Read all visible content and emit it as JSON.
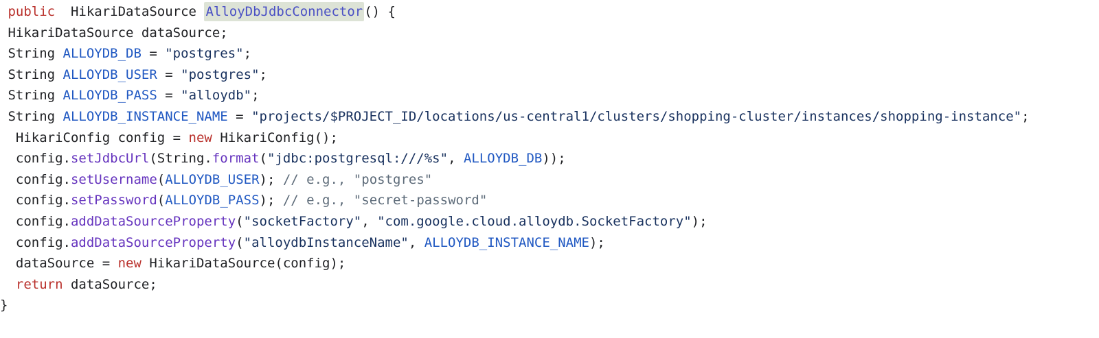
{
  "colors": {
    "background": "#ffffff",
    "plain": "#202124",
    "keyword": "#b9302b",
    "constant": "#2058c2",
    "method": "#6533be",
    "string": "#18315e",
    "comment": "#5d6b79",
    "function_name": "#4a50c4",
    "highlight_background": "#dde3d6"
  },
  "code": {
    "token_styles": {
      "pln": {
        "color": "#202124",
        "name": "token-plain"
      },
      "kwd": {
        "color": "#b9302b",
        "name": "token-keyword"
      },
      "con": {
        "color": "#2058c2",
        "name": "token-constant"
      },
      "fun": {
        "color": "#6533be",
        "name": "token-method"
      },
      "str": {
        "color": "#18315e",
        "name": "token-string"
      },
      "com": {
        "color": "#5d6b79",
        "name": "token-comment"
      },
      "def": {
        "color": "#4a50c4",
        "background": "#dde3d6",
        "name": "highlighted-method-name"
      }
    },
    "lines": [
      [
        {
          "t": " ",
          "c": "pln"
        },
        {
          "t": "public",
          "c": "kwd"
        },
        {
          "t": "  HikariDataSource ",
          "c": "pln"
        },
        {
          "t": "AlloyDbJdbcConnector",
          "c": "def"
        },
        {
          "t": "() {",
          "c": "pln"
        }
      ],
      [
        {
          "t": " HikariDataSource dataSource;",
          "c": "pln"
        }
      ],
      [
        {
          "t": " String ",
          "c": "pln"
        },
        {
          "t": "ALLOYDB_DB",
          "c": "con"
        },
        {
          "t": " = ",
          "c": "pln"
        },
        {
          "t": "\"postgres\"",
          "c": "str"
        },
        {
          "t": ";",
          "c": "pln"
        }
      ],
      [
        {
          "t": " String ",
          "c": "pln"
        },
        {
          "t": "ALLOYDB_USER",
          "c": "con"
        },
        {
          "t": " = ",
          "c": "pln"
        },
        {
          "t": "\"postgres\"",
          "c": "str"
        },
        {
          "t": ";",
          "c": "pln"
        }
      ],
      [
        {
          "t": " String ",
          "c": "pln"
        },
        {
          "t": "ALLOYDB_PASS",
          "c": "con"
        },
        {
          "t": " = ",
          "c": "pln"
        },
        {
          "t": "\"alloydb\"",
          "c": "str"
        },
        {
          "t": ";",
          "c": "pln"
        }
      ],
      [
        {
          "t": " String ",
          "c": "pln"
        },
        {
          "t": "ALLOYDB_INSTANCE_NAME",
          "c": "con"
        },
        {
          "t": " = ",
          "c": "pln"
        },
        {
          "t": "\"projects/$PROJECT_ID/locations/us-central1/clusters/shopping-cluster/instances/shopping-instance\"",
          "c": "str"
        },
        {
          "t": ";",
          "c": "pln"
        }
      ],
      [
        {
          "t": "  HikariConfig config = ",
          "c": "pln"
        },
        {
          "t": "new",
          "c": "kwd"
        },
        {
          "t": " HikariConfig();",
          "c": "pln"
        }
      ],
      [
        {
          "t": "  config.",
          "c": "pln"
        },
        {
          "t": "setJdbcUrl",
          "c": "fun"
        },
        {
          "t": "(String.",
          "c": "pln"
        },
        {
          "t": "format",
          "c": "fun"
        },
        {
          "t": "(",
          "c": "pln"
        },
        {
          "t": "\"jdbc:postgresql:///%s\"",
          "c": "str"
        },
        {
          "t": ", ",
          "c": "pln"
        },
        {
          "t": "ALLOYDB_DB",
          "c": "con"
        },
        {
          "t": "));",
          "c": "pln"
        }
      ],
      [
        {
          "t": "  config.",
          "c": "pln"
        },
        {
          "t": "setUsername",
          "c": "fun"
        },
        {
          "t": "(",
          "c": "pln"
        },
        {
          "t": "ALLOYDB_USER",
          "c": "con"
        },
        {
          "t": "); ",
          "c": "pln"
        },
        {
          "t": "// e.g., \"postgres\"",
          "c": "com"
        }
      ],
      [
        {
          "t": "  config.",
          "c": "pln"
        },
        {
          "t": "setPassword",
          "c": "fun"
        },
        {
          "t": "(",
          "c": "pln"
        },
        {
          "t": "ALLOYDB_PASS",
          "c": "con"
        },
        {
          "t": "); ",
          "c": "pln"
        },
        {
          "t": "// e.g., \"secret-password\"",
          "c": "com"
        }
      ],
      [
        {
          "t": "  config.",
          "c": "pln"
        },
        {
          "t": "addDataSourceProperty",
          "c": "fun"
        },
        {
          "t": "(",
          "c": "pln"
        },
        {
          "t": "\"socketFactory\"",
          "c": "str"
        },
        {
          "t": ", ",
          "c": "pln"
        },
        {
          "t": "\"com.google.cloud.alloydb.SocketFactory\"",
          "c": "str"
        },
        {
          "t": ");",
          "c": "pln"
        }
      ],
      [
        {
          "t": "  config.",
          "c": "pln"
        },
        {
          "t": "addDataSourceProperty",
          "c": "fun"
        },
        {
          "t": "(",
          "c": "pln"
        },
        {
          "t": "\"alloydbInstanceName\"",
          "c": "str"
        },
        {
          "t": ", ",
          "c": "pln"
        },
        {
          "t": "ALLOYDB_INSTANCE_NAME",
          "c": "con"
        },
        {
          "t": ");",
          "c": "pln"
        }
      ],
      [
        {
          "t": "  dataSource = ",
          "c": "pln"
        },
        {
          "t": "new",
          "c": "kwd"
        },
        {
          "t": " HikariDataSource(config);",
          "c": "pln"
        }
      ],
      [
        {
          "t": "  ",
          "c": "pln"
        },
        {
          "t": "return",
          "c": "kwd"
        },
        {
          "t": " dataSource;",
          "c": "pln"
        }
      ],
      [
        {
          "t": "}",
          "c": "pln"
        }
      ]
    ]
  }
}
